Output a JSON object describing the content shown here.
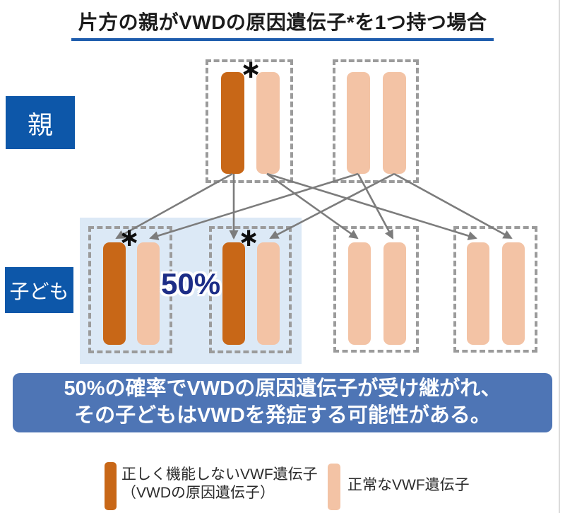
{
  "title": "片方の親がVWDの原因遺伝子*を1つ持つ場合",
  "row_labels": {
    "parent": "親",
    "child": "子ども"
  },
  "probability_label": "50%",
  "marks": {
    "asterisk": "∗"
  },
  "banner": {
    "line1": "50%の確率でVWDの原因遺伝子が受け継がれ、",
    "line2": "その子どもはVWDを発症する可能性がある。"
  },
  "legend": {
    "defective_gene": {
      "line1": "正しく機能しないVWF遺伝子",
      "line2": "（VWDの原因遺伝子）"
    },
    "normal_gene": {
      "label": "正常なVWF遺伝子"
    }
  },
  "diagram": {
    "parents": [
      {
        "id": "parent-1",
        "genes": [
          "defective",
          "normal"
        ],
        "has_vwd_gene": true
      },
      {
        "id": "parent-2",
        "genes": [
          "normal",
          "normal"
        ],
        "has_vwd_gene": false
      }
    ],
    "children": [
      {
        "id": "child-1",
        "genes": [
          "defective",
          "normal"
        ],
        "has_vwd_gene": true,
        "highlighted": true
      },
      {
        "id": "child-2",
        "genes": [
          "defective",
          "normal"
        ],
        "has_vwd_gene": true,
        "highlighted": true
      },
      {
        "id": "child-3",
        "genes": [
          "normal",
          "normal"
        ],
        "has_vwd_gene": false,
        "highlighted": false
      },
      {
        "id": "child-4",
        "genes": [
          "normal",
          "normal"
        ],
        "has_vwd_gene": false,
        "highlighted": false
      }
    ],
    "inheritance_probability": "50%"
  },
  "colors": {
    "defective_gene": "#c86717",
    "normal_gene": "#f3c3a5",
    "label_box_blue": "#0d57a9",
    "banner_blue": "#4e75b5",
    "highlight_blue": "#dce9f6",
    "title_underline_blue": "#1f5dad",
    "probability_text_blue": "#1c2d87",
    "arrow_gray": "#7c7c7c",
    "dashed_border_gray": "#9b9b9b"
  }
}
